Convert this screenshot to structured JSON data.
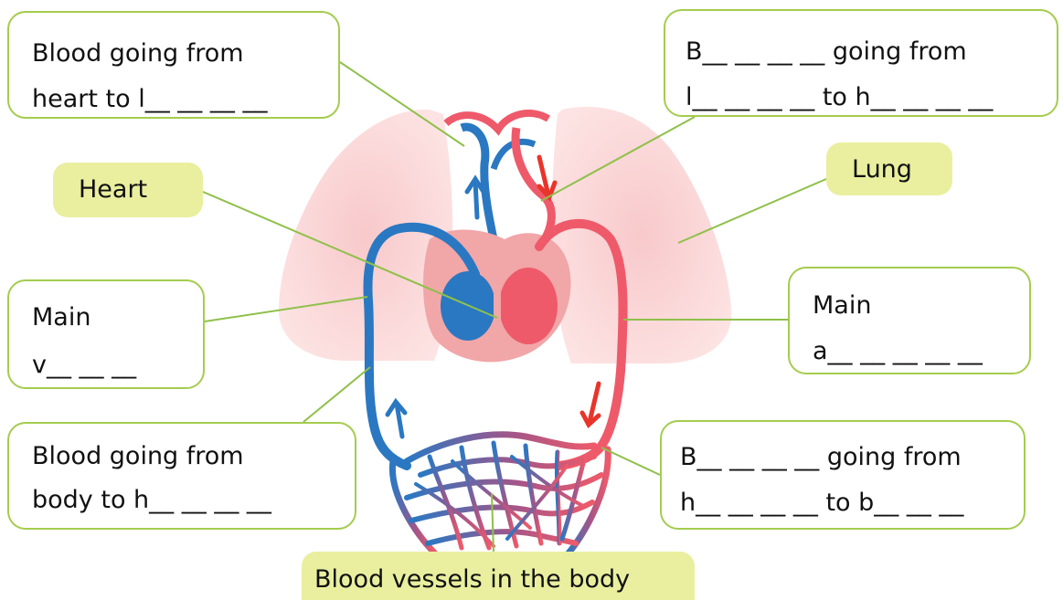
{
  "colors": {
    "box_border": "#a4cc4e",
    "label_fill": "#e9ef9f",
    "leader_line": "#8fc04a",
    "lung": "#fadada",
    "heart": "#f1a6a8",
    "vein": "#2a78c2",
    "artery": "#ee5a6a",
    "arrow_red": "#e8352b"
  },
  "labels": {
    "heart": "Heart",
    "lung": "Lung",
    "body_vessels": "Blood vessels in the body"
  },
  "boxes": {
    "heart_to_lungs": {
      "line1": "Blood going from",
      "line2": "heart to l__ __ __ __"
    },
    "lungs_to_heart": {
      "line1": "B__ __ __ __ going from",
      "line2": "l__ __ __ __ to h__ __ __ __"
    },
    "main_vein": {
      "line1": "Main",
      "line2": "v__ __ __"
    },
    "main_artery": {
      "line1": "Main",
      "line2": "a__ __ __ __ __"
    },
    "body_to_heart": {
      "line1": "Blood going from",
      "line2": "body to h__ __ __ __"
    },
    "heart_to_body": {
      "line1": "B__ __ __ __ going from",
      "line2": "h__ __ __ __ to b__ __ __"
    }
  }
}
